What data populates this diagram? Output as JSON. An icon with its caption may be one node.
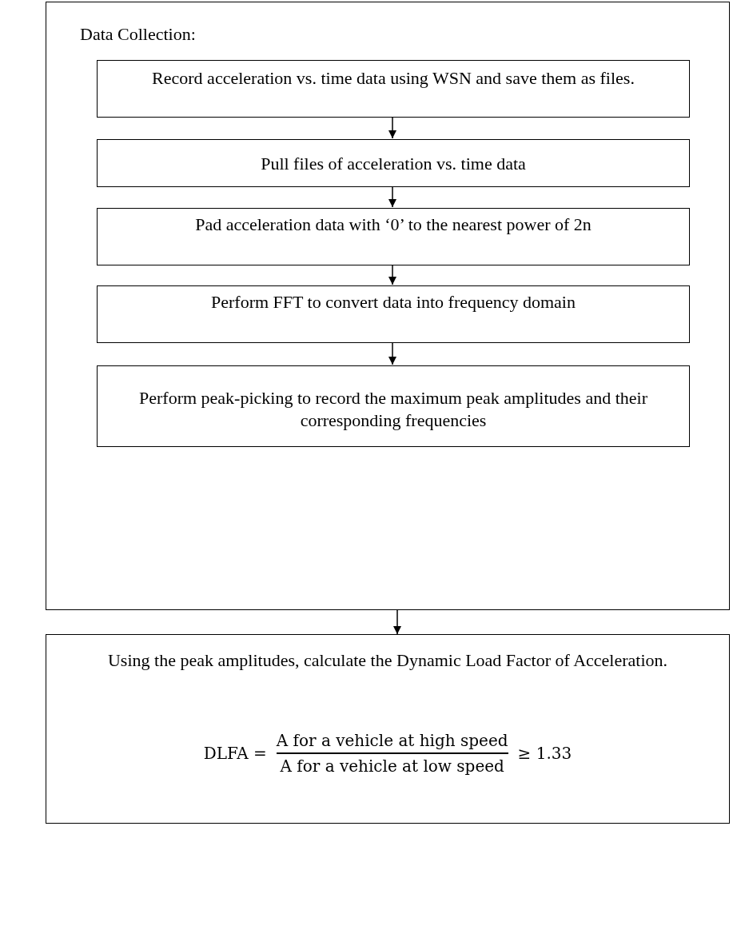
{
  "diagram": {
    "nodes": [
      {
        "text": [
          "Data Collection:"
        ]
      },
      {
        "text": [
          "Record acceleration vs. time data using WSN and save them as files."
        ],
        "in": 0
      },
      {
        "text": [
          "Pull files of acceleration vs. time data"
        ],
        "in": 0
      },
      {
        "text": [
          "Pad acceleration data with ‘0’ to the nearest power of 2n"
        ],
        "in": 0
      },
      {
        "text": [
          "Perform FFT to convert data into frequency domain"
        ],
        "in": 0
      },
      {
        "text": [
          "Perform peak-picking to record the maximum peak amplitudes and their corresponding frequencies"
        ],
        "in": 0
      },
      {
        "text": [
          "Using the peak amplitudes, calculate the Dynamic Load Factor of Acceleration.",
          "DLFA =",
          "A  for a vehicle at high speed",
          "A  for a vehicle  at low speed",
          "≥ 1.33"
        ]
      }
    ],
    "edges": [
      {
        "from": 1,
        "to": 2,
        "arrow": "to"
      },
      {
        "from": 2,
        "to": 3,
        "arrow": "to"
      },
      {
        "from": 3,
        "to": 4,
        "arrow": "to"
      },
      {
        "from": 4,
        "to": 5,
        "arrow": "to"
      },
      {
        "from": 0,
        "to": 6,
        "arrow": "to"
      }
    ]
  }
}
